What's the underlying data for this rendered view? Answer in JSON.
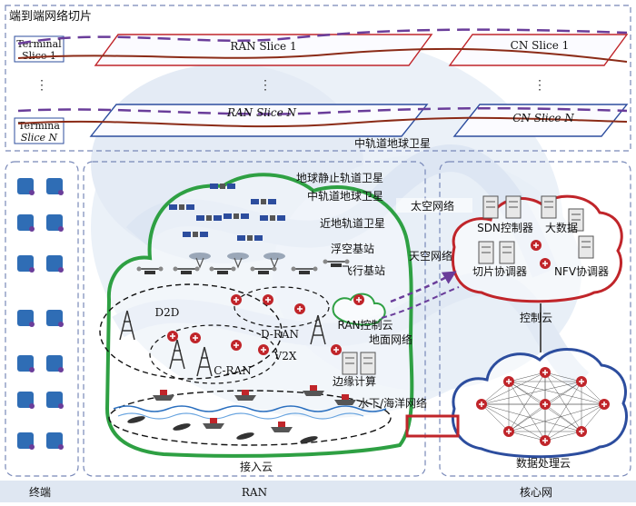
{
  "header": {
    "title": "端到端网络切片"
  },
  "slices": {
    "terminal_1": [
      "Terminal",
      "Slice 1"
    ],
    "terminal_n": [
      "Termina",
      "Slice N"
    ],
    "ran_1": "RAN Slice 1",
    "ran_n": "RAN Slice N",
    "cn_1": "CN Slice 1",
    "cn_n": "CN Slice N",
    "ellipsis": "⋮"
  },
  "space_labels": {
    "meo_top": "中轨道地球卫星",
    "geo": "地球静止轨道卫星",
    "meo": "中轨道地球卫星",
    "leo": "近地轨道卫星",
    "space_net": "太空网络",
    "float_bs": "浮空基站",
    "flying_bs": "飞行基站",
    "sky_net": "天空网络"
  },
  "ground_labels": {
    "d2d": "D2D",
    "dran": "D-RAN",
    "cran": "C-RAN",
    "v2x": "V2X",
    "ran_cloud": "RAN控制云",
    "ground_net": "地面网络",
    "edge": "边缘计算",
    "ocean_net": "水下/海洋网络",
    "access_cloud": "接入云"
  },
  "core_labels": {
    "sdn": "SDN控制器",
    "bigdata": "大数据",
    "slice_coord": "切片协调器",
    "nfv": "NFV协调器",
    "control_cloud": "控制云",
    "data_cloud": "数据处理云"
  },
  "footer": {
    "terminal": "终端",
    "ran": "RAN",
    "core": "核心网"
  },
  "colors": {
    "green": "#2ea043",
    "red": "#c0252a",
    "purple": "#6a3d9a",
    "blue": "#2c4d9e",
    "dark_red": "#8b2b17",
    "dash_blue": "#7888b8",
    "watermark": "#dbe6f3"
  },
  "icons": {
    "satellite": "satellite-icon",
    "drone": "drone-icon",
    "tower": "cell-tower-icon",
    "router": "router-icon",
    "ship": "ship-icon",
    "diver": "diver-icon",
    "server": "server-icon"
  }
}
